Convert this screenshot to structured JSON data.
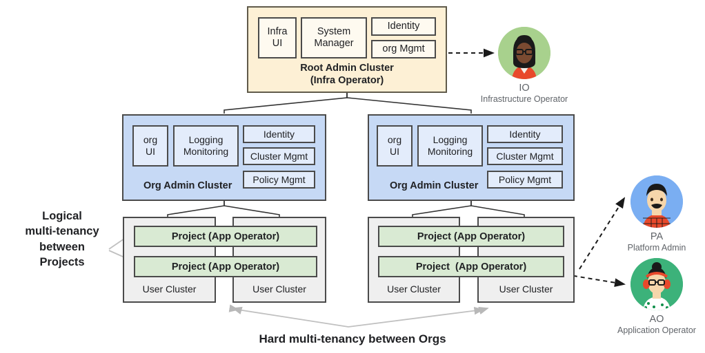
{
  "diagram": {
    "bottom_caption": "Hard multi-tenancy between Orgs",
    "side_caption": "Logical\nmulti-tenancy\nbetween\nProjects"
  },
  "root_cluster": {
    "title": "Root Admin Cluster\n(Infra Operator)",
    "color": "#fdf0d5",
    "modules": [
      {
        "label": "Infra\nUI"
      },
      {
        "label": "System\nManager"
      },
      {
        "label": "Identity"
      },
      {
        "label": "org Mgmt"
      }
    ]
  },
  "org_clusters": [
    {
      "title": "Org Admin Cluster",
      "color": "#c6d9f5",
      "modules": [
        {
          "label": "org\nUI"
        },
        {
          "label": "Logging\nMonitoring"
        },
        {
          "label": "Identity"
        },
        {
          "label": "Cluster Mgmt"
        },
        {
          "label": "Policy Mgmt"
        }
      ],
      "projects": [
        {
          "label": "Project (App Operator)"
        },
        {
          "label": "Project (App Operator)"
        }
      ],
      "user_clusters": [
        {
          "label": "User Cluster"
        },
        {
          "label": "User Cluster"
        }
      ]
    },
    {
      "title": "Org Admin Cluster",
      "color": "#c6d9f5",
      "modules": [
        {
          "label": "org\nUI"
        },
        {
          "label": "Logging\nMonitoring"
        },
        {
          "label": "Identity"
        },
        {
          "label": "Cluster Mgmt"
        },
        {
          "label": "Policy Mgmt"
        }
      ],
      "projects": [
        {
          "label": "Project (App Operator)"
        },
        {
          "label": "Project  (App Operator)"
        }
      ],
      "user_clusters": [
        {
          "label": "User Cluster"
        },
        {
          "label": "User Cluster"
        }
      ]
    }
  ],
  "personas": [
    {
      "initials": "IO",
      "role": "Infrastructure Operator",
      "avatar_bg": "#a8d18d",
      "skin": "#7a4a31",
      "hair": "#1a1a1a",
      "clothes": "#e8492b"
    },
    {
      "initials": "PA",
      "role": "Platform Admin",
      "avatar_bg": "#7aaef2",
      "skin": "#f6d6ab",
      "hair": "#1a1a1a",
      "clothes": "#e8492b"
    },
    {
      "initials": "AO",
      "role": "Application Operator",
      "avatar_bg": "#3cb27a",
      "skin": "#f6d6ab",
      "hair": "#1a1a1a",
      "clothes": "#ffffff"
    }
  ]
}
